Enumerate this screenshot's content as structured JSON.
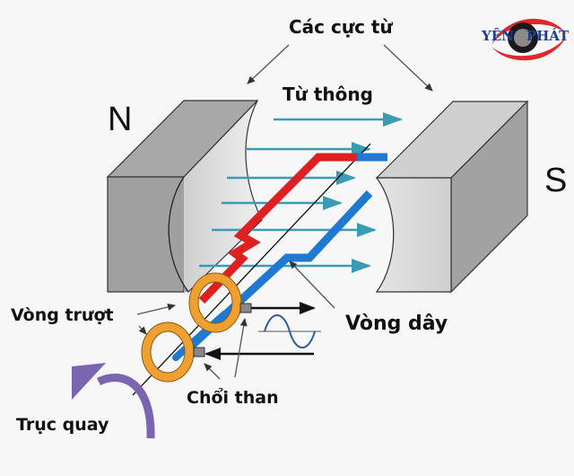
{
  "diagram": {
    "type": "AC generator schematic",
    "labels": {
      "magnetic_poles": "Các cực từ",
      "magnetic_flux": "Từ thông",
      "north_pole": "N",
      "south_pole": "S",
      "slip_rings": "Vòng trượt",
      "coil": "Vòng dây",
      "brushes": "Chổi than",
      "rotation_axis": "Trục quay"
    },
    "logo": {
      "text_left": "YÊN",
      "text_right": "PHÁT"
    },
    "colors": {
      "background": "#f7f7f7",
      "magnet_face": "#d6d6d6",
      "magnet_side": "#9c9c9c",
      "magnet_top": "#a8a8a8",
      "flux_arrow": "#3a9bb5",
      "coil_red": "#e02020",
      "coil_blue": "#1f78d1",
      "slip_ring": "#f0a030",
      "rotation_arrow": "#7b64b0",
      "logo_red": "#e0282c",
      "logo_blue": "#1d3f9a",
      "sine_wave": "#2a5d9a"
    }
  }
}
